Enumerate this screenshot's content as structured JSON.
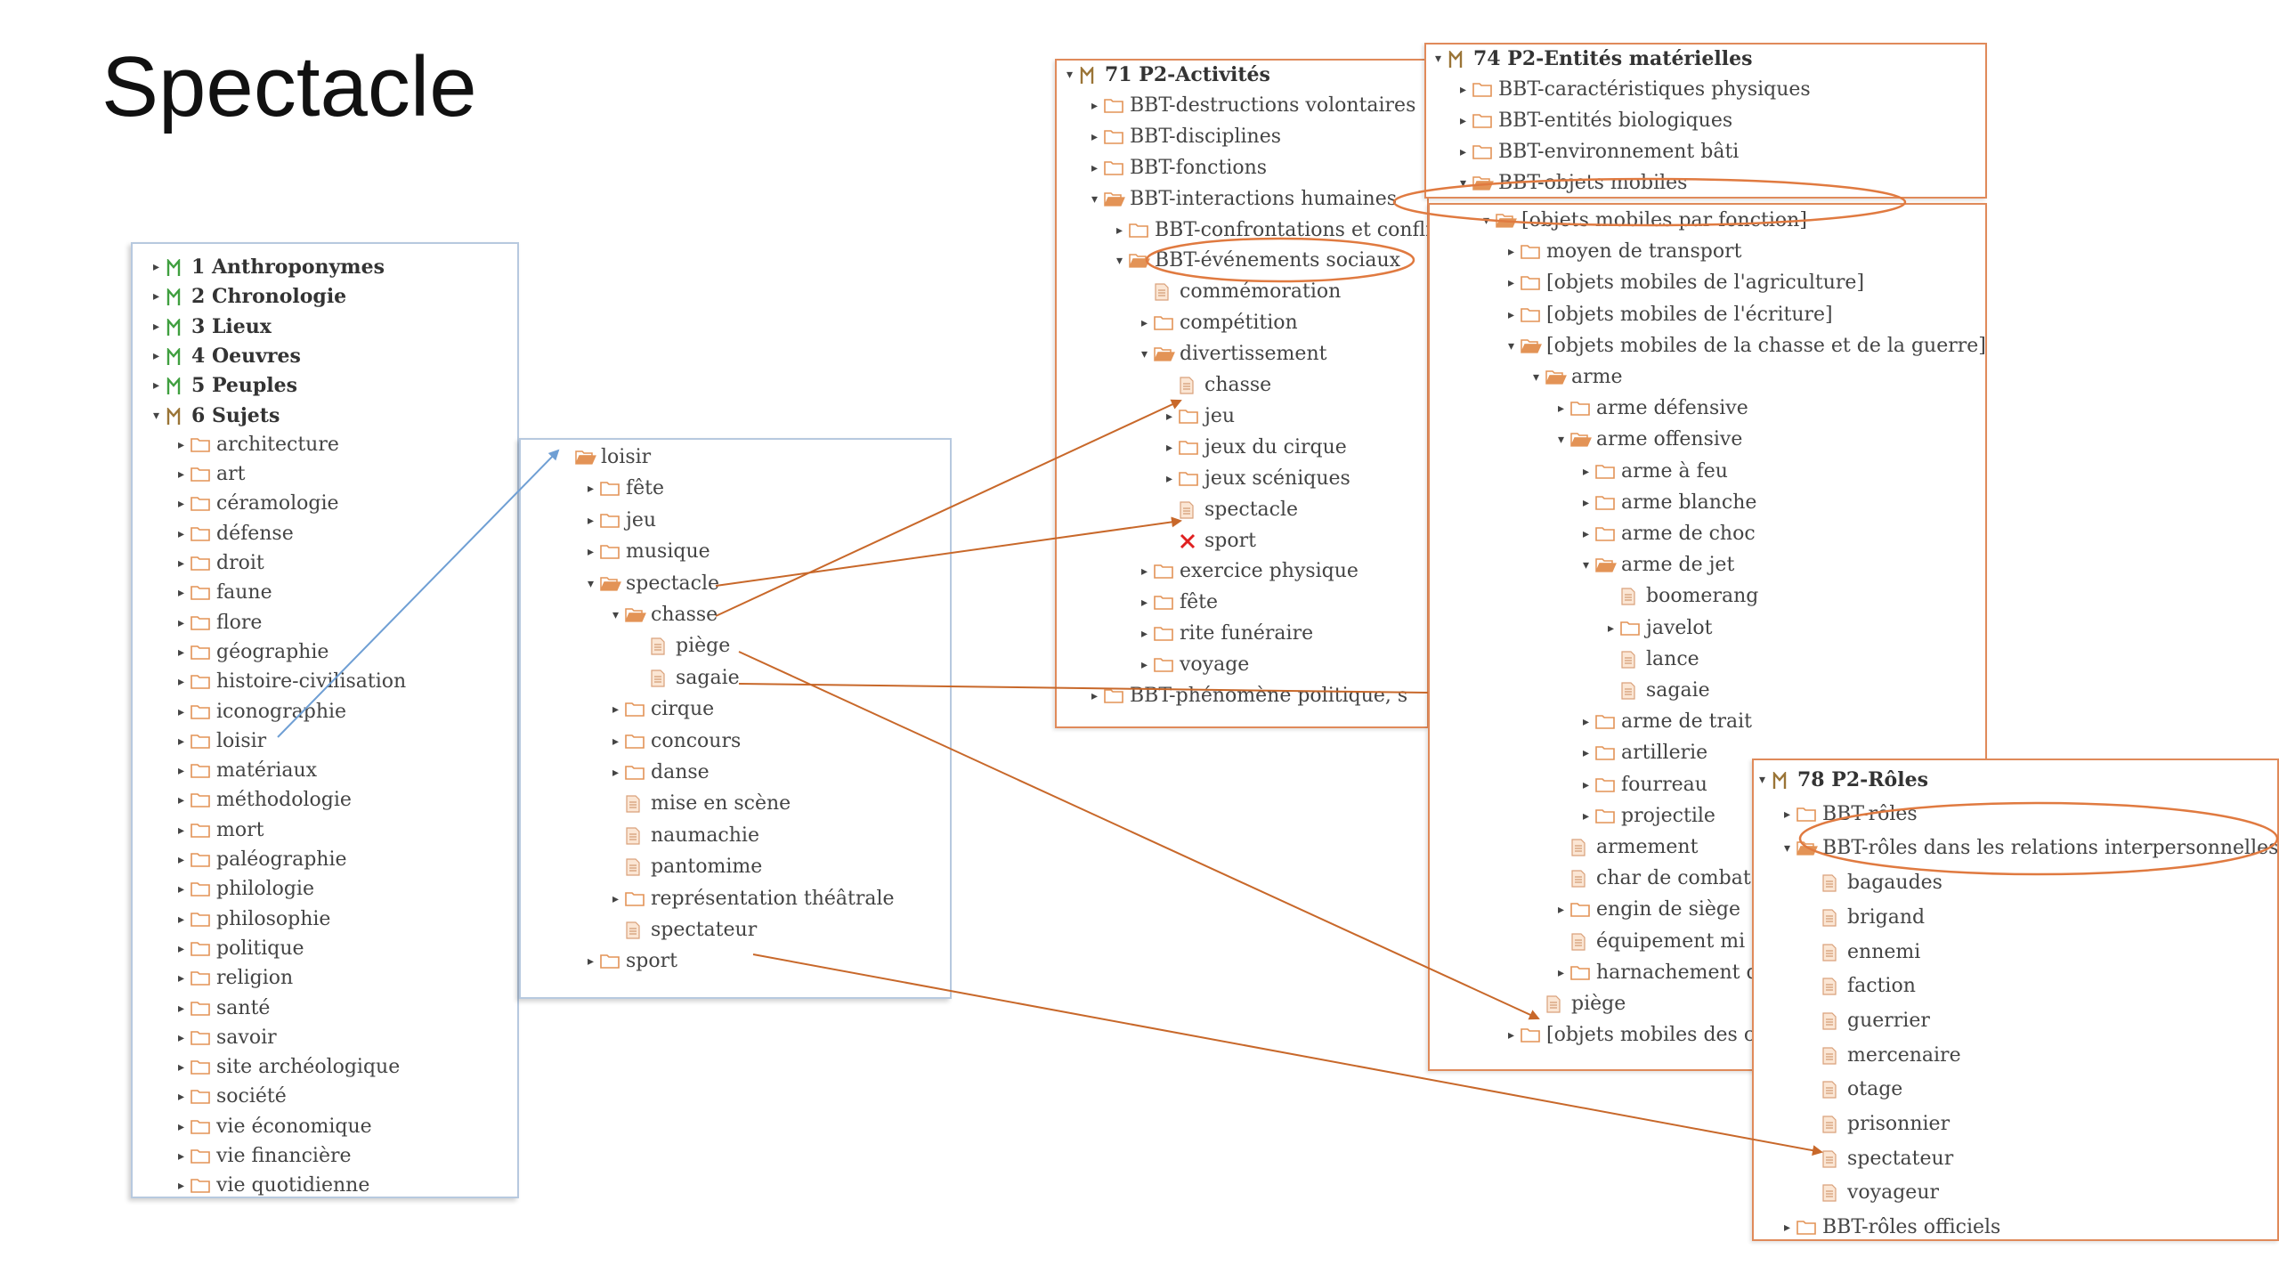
{
  "title": "Spectacle",
  "colors": {
    "link_orange": "#c8682a",
    "link_blue": "#6f9fd4",
    "folder": "#e39356",
    "m_green": "#3f9f3f",
    "m_brown": "#9a7436",
    "ellipse": "#e07a40",
    "cross": "#e02020"
  },
  "panels": {
    "sujets": {
      "rows": [
        {
          "d": 0,
          "t": "right",
          "i": "m",
          "l": "1 Anthroponymes",
          "b": true
        },
        {
          "d": 0,
          "t": "right",
          "i": "m",
          "l": "2 Chronologie",
          "b": true
        },
        {
          "d": 0,
          "t": "right",
          "i": "m",
          "l": "3 Lieux",
          "b": true
        },
        {
          "d": 0,
          "t": "right",
          "i": "m",
          "l": "4 Oeuvres",
          "b": true
        },
        {
          "d": 0,
          "t": "right",
          "i": "m",
          "l": "5 Peuples",
          "b": true
        },
        {
          "d": 0,
          "t": "down",
          "i": "m2",
          "l": "6 Sujets",
          "b": true
        },
        {
          "d": 1,
          "t": "right",
          "i": "f",
          "l": "architecture"
        },
        {
          "d": 1,
          "t": "right",
          "i": "f",
          "l": "art"
        },
        {
          "d": 1,
          "t": "right",
          "i": "f",
          "l": "céramologie"
        },
        {
          "d": 1,
          "t": "right",
          "i": "f",
          "l": "défense"
        },
        {
          "d": 1,
          "t": "right",
          "i": "f",
          "l": "droit"
        },
        {
          "d": 1,
          "t": "right",
          "i": "f",
          "l": "faune"
        },
        {
          "d": 1,
          "t": "right",
          "i": "f",
          "l": "flore"
        },
        {
          "d": 1,
          "t": "right",
          "i": "f",
          "l": "géographie"
        },
        {
          "d": 1,
          "t": "right",
          "i": "f",
          "l": "histoire-civilisation"
        },
        {
          "d": 1,
          "t": "right",
          "i": "f",
          "l": "iconographie"
        },
        {
          "d": 1,
          "t": "right",
          "i": "f",
          "l": "loisir"
        },
        {
          "d": 1,
          "t": "right",
          "i": "f",
          "l": "matériaux"
        },
        {
          "d": 1,
          "t": "right",
          "i": "f",
          "l": "méthodologie"
        },
        {
          "d": 1,
          "t": "right",
          "i": "f",
          "l": "mort"
        },
        {
          "d": 1,
          "t": "right",
          "i": "f",
          "l": "paléographie"
        },
        {
          "d": 1,
          "t": "right",
          "i": "f",
          "l": "philologie"
        },
        {
          "d": 1,
          "t": "right",
          "i": "f",
          "l": "philosophie"
        },
        {
          "d": 1,
          "t": "right",
          "i": "f",
          "l": "politique"
        },
        {
          "d": 1,
          "t": "right",
          "i": "f",
          "l": "religion"
        },
        {
          "d": 1,
          "t": "right",
          "i": "f",
          "l": "santé"
        },
        {
          "d": 1,
          "t": "right",
          "i": "f",
          "l": "savoir"
        },
        {
          "d": 1,
          "t": "right",
          "i": "f",
          "l": "site archéologique"
        },
        {
          "d": 1,
          "t": "right",
          "i": "f",
          "l": "société"
        },
        {
          "d": 1,
          "t": "right",
          "i": "f",
          "l": "vie économique"
        },
        {
          "d": 1,
          "t": "right",
          "i": "f",
          "l": "vie financière"
        },
        {
          "d": 1,
          "t": "right",
          "i": "f",
          "l": "vie quotidienne"
        }
      ]
    },
    "loisir": {
      "rows": [
        {
          "d": 0,
          "t": "",
          "i": "fo",
          "l": "loisir"
        },
        {
          "d": 1,
          "t": "right",
          "i": "f",
          "l": "fête"
        },
        {
          "d": 1,
          "t": "right",
          "i": "f",
          "l": "jeu"
        },
        {
          "d": 1,
          "t": "right",
          "i": "f",
          "l": "musique"
        },
        {
          "d": 1,
          "t": "down",
          "i": "fo",
          "l": "spectacle"
        },
        {
          "d": 2,
          "t": "down",
          "i": "fo",
          "l": "chasse"
        },
        {
          "d": 3,
          "t": "",
          "i": "d",
          "l": "piège"
        },
        {
          "d": 3,
          "t": "",
          "i": "d",
          "l": "sagaie"
        },
        {
          "d": 2,
          "t": "right",
          "i": "f",
          "l": "cirque"
        },
        {
          "d": 2,
          "t": "right",
          "i": "f",
          "l": "concours"
        },
        {
          "d": 2,
          "t": "right",
          "i": "f",
          "l": "danse"
        },
        {
          "d": 2,
          "t": "",
          "i": "d",
          "l": "mise en scène"
        },
        {
          "d": 2,
          "t": "",
          "i": "d",
          "l": "naumachie"
        },
        {
          "d": 2,
          "t": "",
          "i": "d",
          "l": "pantomime"
        },
        {
          "d": 2,
          "t": "right",
          "i": "f",
          "l": "représentation théâtrale"
        },
        {
          "d": 2,
          "t": "",
          "i": "d",
          "l": "spectateur"
        },
        {
          "d": 1,
          "t": "right",
          "i": "f",
          "l": "sport"
        }
      ]
    },
    "activites": {
      "rows": [
        {
          "d": 0,
          "t": "down",
          "i": "m2",
          "l": "71 P2-Activités",
          "b": true
        },
        {
          "d": 1,
          "t": "right",
          "i": "f",
          "l": "BBT-destructions volontaires"
        },
        {
          "d": 1,
          "t": "right",
          "i": "f",
          "l": "BBT-disciplines"
        },
        {
          "d": 1,
          "t": "right",
          "i": "f",
          "l": "BBT-fonctions"
        },
        {
          "d": 1,
          "t": "down",
          "i": "fo",
          "l": "BBT-interactions humaines"
        },
        {
          "d": 2,
          "t": "right",
          "i": "f",
          "l": "BBT-confrontations et conflits"
        },
        {
          "d": 2,
          "t": "down",
          "i": "fo",
          "l": "BBT-événements sociaux"
        },
        {
          "d": 3,
          "t": "",
          "i": "d",
          "l": "commémoration"
        },
        {
          "d": 3,
          "t": "right",
          "i": "f",
          "l": "compétition"
        },
        {
          "d": 3,
          "t": "down",
          "i": "fo",
          "l": "divertissement"
        },
        {
          "d": 4,
          "t": "",
          "i": "d",
          "l": "chasse"
        },
        {
          "d": 4,
          "t": "right",
          "i": "f",
          "l": "jeu"
        },
        {
          "d": 4,
          "t": "right",
          "i": "f",
          "l": "jeux du cirque"
        },
        {
          "d": 4,
          "t": "right",
          "i": "f",
          "l": "jeux scéniques"
        },
        {
          "d": 4,
          "t": "",
          "i": "d",
          "l": "spectacle"
        },
        {
          "d": 4,
          "t": "",
          "i": "x",
          "l": "sport"
        },
        {
          "d": 3,
          "t": "right",
          "i": "f",
          "l": "exercice physique"
        },
        {
          "d": 3,
          "t": "right",
          "i": "f",
          "l": "fête"
        },
        {
          "d": 3,
          "t": "right",
          "i": "f",
          "l": "rite funéraire"
        },
        {
          "d": 3,
          "t": "right",
          "i": "f",
          "l": "voyage"
        },
        {
          "d": 1,
          "t": "right",
          "i": "f",
          "l": "BBT-phénomène politique, s"
        }
      ]
    },
    "entites": {
      "rows": [
        {
          "d": 0,
          "t": "down",
          "i": "m2",
          "l": "74 P2-Entités matérielles",
          "b": true
        },
        {
          "d": 1,
          "t": "right",
          "i": "f",
          "l": "BBT-caractéristiques physiques"
        },
        {
          "d": 1,
          "t": "right",
          "i": "f",
          "l": "BBT-entités biologiques"
        },
        {
          "d": 1,
          "t": "right",
          "i": "f",
          "l": "BBT-environnement bâti"
        },
        {
          "d": 1,
          "t": "down",
          "i": "fo",
          "l": "BBT-objets mobiles"
        }
      ]
    },
    "objets": {
      "rows": [
        {
          "d": 0,
          "t": "down",
          "i": "fo",
          "l": "[objets mobiles par fonction]"
        },
        {
          "d": 1,
          "t": "right",
          "i": "f",
          "l": "moyen de transport"
        },
        {
          "d": 1,
          "t": "right",
          "i": "f",
          "l": "[objets mobiles de l'agriculture]"
        },
        {
          "d": 1,
          "t": "right",
          "i": "f",
          "l": "[objets mobiles de l'écriture]"
        },
        {
          "d": 1,
          "t": "down",
          "i": "fo",
          "l": "[objets mobiles de la chasse et de la guerre]"
        },
        {
          "d": 2,
          "t": "down",
          "i": "fo",
          "l": "arme"
        },
        {
          "d": 3,
          "t": "right",
          "i": "f",
          "l": "arme défensive"
        },
        {
          "d": 3,
          "t": "down",
          "i": "fo",
          "l": "arme offensive"
        },
        {
          "d": 4,
          "t": "right",
          "i": "f",
          "l": "arme à feu"
        },
        {
          "d": 4,
          "t": "right",
          "i": "f",
          "l": "arme blanche"
        },
        {
          "d": 4,
          "t": "right",
          "i": "f",
          "l": "arme de choc"
        },
        {
          "d": 4,
          "t": "down",
          "i": "fo",
          "l": "arme de jet"
        },
        {
          "d": 5,
          "t": "",
          "i": "d",
          "l": "boomerang"
        },
        {
          "d": 5,
          "t": "right",
          "i": "f",
          "l": "javelot"
        },
        {
          "d": 5,
          "t": "",
          "i": "d",
          "l": "lance"
        },
        {
          "d": 5,
          "t": "",
          "i": "d",
          "l": "sagaie"
        },
        {
          "d": 4,
          "t": "right",
          "i": "f",
          "l": "arme de trait"
        },
        {
          "d": 4,
          "t": "right",
          "i": "f",
          "l": "artillerie"
        },
        {
          "d": 4,
          "t": "right",
          "i": "f",
          "l": "fourreau"
        },
        {
          "d": 4,
          "t": "right",
          "i": "f",
          "l": "projectile"
        },
        {
          "d": 3,
          "t": "",
          "i": "d",
          "l": "armement"
        },
        {
          "d": 3,
          "t": "",
          "i": "d",
          "l": "char de combat"
        },
        {
          "d": 3,
          "t": "right",
          "i": "f",
          "l": "engin de siège"
        },
        {
          "d": 3,
          "t": "",
          "i": "d",
          "l": "équipement mi"
        },
        {
          "d": 3,
          "t": "right",
          "i": "f",
          "l": "harnachement d"
        },
        {
          "d": 2,
          "t": "",
          "i": "d",
          "l": "piège"
        },
        {
          "d": 1,
          "t": "right",
          "i": "f",
          "l": "[objets mobiles des c"
        }
      ]
    },
    "roles": {
      "rows": [
        {
          "d": 0,
          "t": "down",
          "i": "m2",
          "l": "78 P2-Rôles",
          "b": true
        },
        {
          "d": 1,
          "t": "right",
          "i": "f",
          "l": "BBT-rôles"
        },
        {
          "d": 1,
          "t": "down",
          "i": "fo",
          "l": "BBT-rôles dans les relations interpersonnelles"
        },
        {
          "d": 2,
          "t": "",
          "i": "d",
          "l": "bagaudes"
        },
        {
          "d": 2,
          "t": "",
          "i": "d",
          "l": "brigand"
        },
        {
          "d": 2,
          "t": "",
          "i": "d",
          "l": "ennemi"
        },
        {
          "d": 2,
          "t": "",
          "i": "d",
          "l": "faction"
        },
        {
          "d": 2,
          "t": "",
          "i": "d",
          "l": "guerrier"
        },
        {
          "d": 2,
          "t": "",
          "i": "d",
          "l": "mercenaire"
        },
        {
          "d": 2,
          "t": "",
          "i": "d",
          "l": "otage"
        },
        {
          "d": 2,
          "t": "",
          "i": "d",
          "l": "prisonnier"
        },
        {
          "d": 2,
          "t": "",
          "i": "d",
          "l": "spectateur"
        },
        {
          "d": 2,
          "t": "",
          "i": "d",
          "l": "voyageur"
        },
        {
          "d": 1,
          "t": "right",
          "i": "f",
          "l": "BBT-rôles officiels"
        }
      ]
    }
  }
}
